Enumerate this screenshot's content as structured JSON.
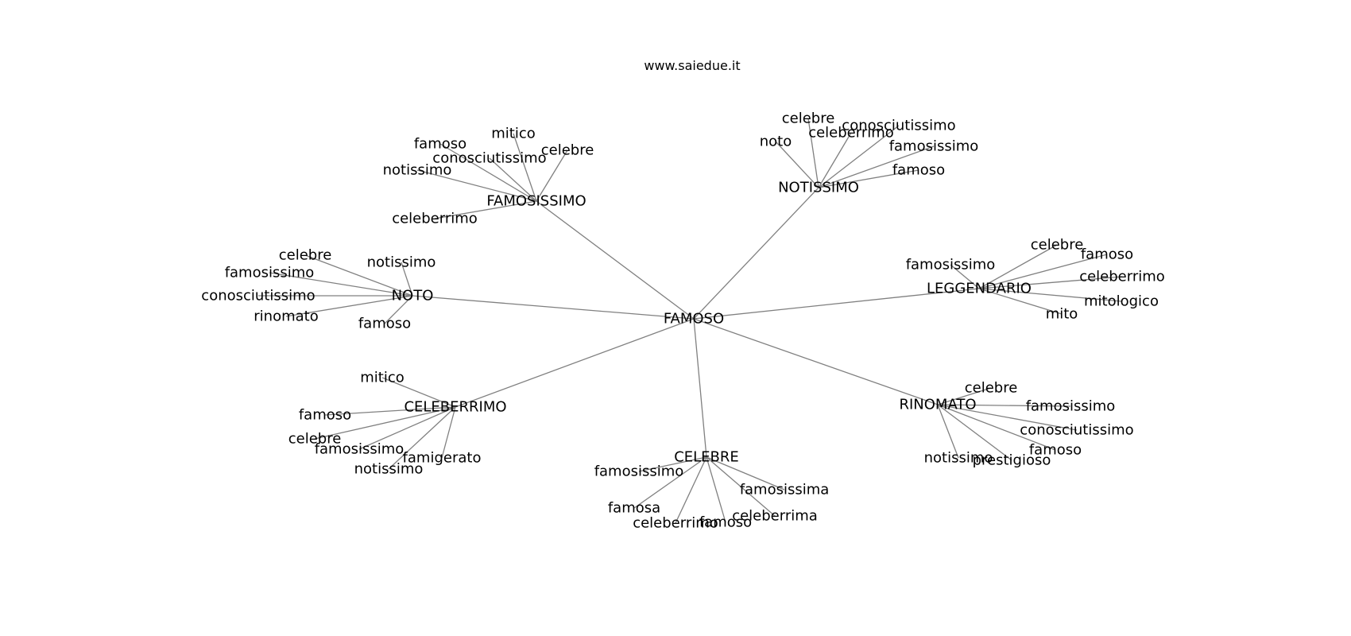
{
  "site": "www.saiedue.it",
  "center": "FAMOSO",
  "groups": [
    {
      "hub": "FAMOSISSIMO",
      "leaves": [
        "mitico",
        "famoso",
        "celebre",
        "conosciutissimo",
        "notissimo",
        "celeberrimo"
      ]
    },
    {
      "hub": "NOTISSIMO",
      "leaves": [
        "celebre",
        "conosciutissimo",
        "noto",
        "celeberrimo",
        "famosissimo",
        "famoso"
      ]
    },
    {
      "hub": "NOTO",
      "leaves": [
        "celebre",
        "notissimo",
        "famosissimo",
        "conosciutissimo",
        "rinomato",
        "famoso"
      ]
    },
    {
      "hub": "LEGGENDARIO",
      "leaves": [
        "celebre",
        "famosissimo",
        "famoso",
        "celeberrimo",
        "mitologico",
        "mito"
      ]
    },
    {
      "hub": "CELEBERRIMO",
      "leaves": [
        "mitico",
        "famoso",
        "celebre",
        "famosissimo",
        "famigerato",
        "notissimo"
      ]
    },
    {
      "hub": "RINOMATO",
      "leaves": [
        "celebre",
        "famosissimo",
        "conosciutissimo",
        "famoso",
        "notissimo",
        "prestigioso"
      ]
    },
    {
      "hub": "CELEBRE",
      "leaves": [
        "famosissimo",
        "famosissima",
        "famosa",
        "celeberrima",
        "celeberrimo",
        "famoso"
      ]
    }
  ]
}
